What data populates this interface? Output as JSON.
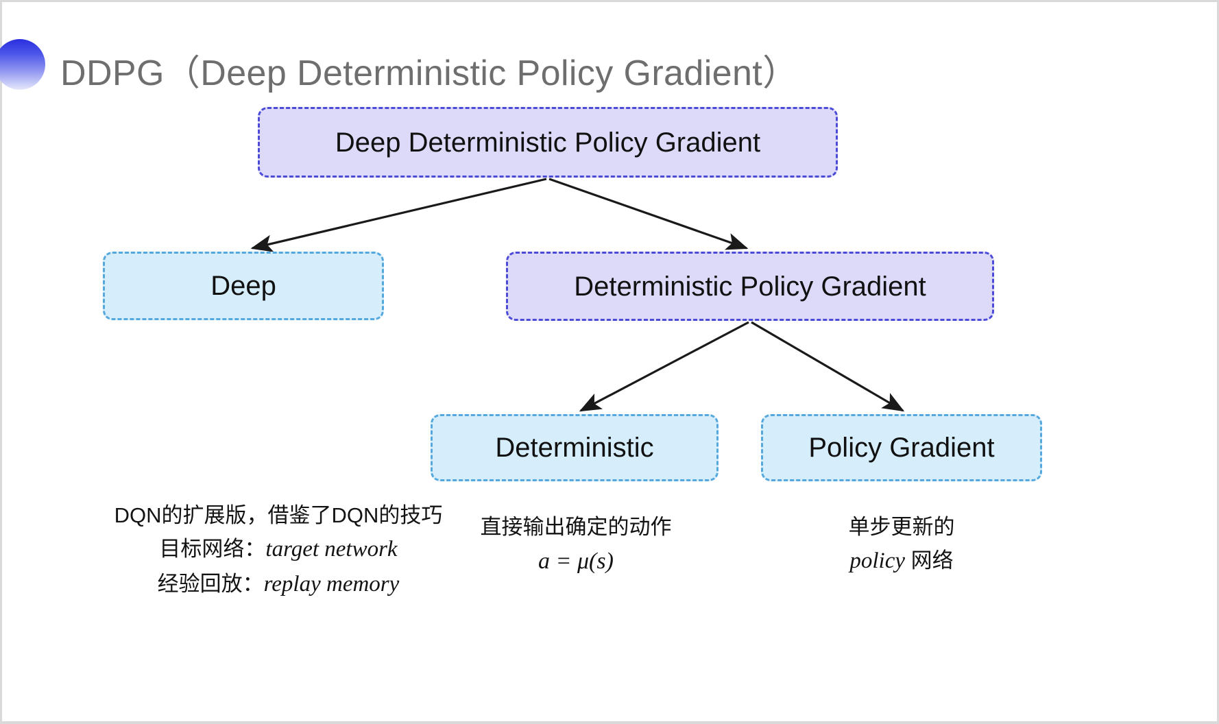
{
  "slide": {
    "title": "DDPG（Deep Deterministic Policy Gradient）",
    "bullet_icon": "gradient-circle-bullet",
    "background_color": "#ffffff",
    "title_color": "#6e6e6e"
  },
  "colors": {
    "purple_fill": "#ddd9f9",
    "purple_border": "#4b4bd8",
    "cyan_fill": "#d6eefb",
    "cyan_border": "#55a8dd",
    "arrow": "#1a1a1a",
    "text": "#131313"
  },
  "diagram": {
    "nodes": {
      "root": {
        "label": "Deep Deterministic Policy Gradient",
        "style": "purple"
      },
      "deep": {
        "label": "Deep",
        "style": "cyan"
      },
      "dpg": {
        "label": "Deterministic Policy Gradient",
        "style": "purple"
      },
      "deterministic": {
        "label": "Deterministic",
        "style": "cyan"
      },
      "policy_gradient": {
        "label": "Policy Gradient",
        "style": "cyan"
      }
    },
    "edges": [
      {
        "from": "root",
        "to": "deep"
      },
      {
        "from": "root",
        "to": "dpg"
      },
      {
        "from": "dpg",
        "to": "deterministic"
      },
      {
        "from": "dpg",
        "to": "policy_gradient"
      }
    ]
  },
  "captions": {
    "deep": {
      "line1": "DQN的扩展版，借鉴了DQN的技巧",
      "line2_label": "目标网络：",
      "line2_term": "target network",
      "line3_label": "经验回放：",
      "line3_term": "replay memory"
    },
    "deterministic": {
      "line1": "直接输出确定的动作",
      "formula": "a = μ(s)"
    },
    "policy_gradient": {
      "line1": "单步更新的",
      "line2_term": "policy",
      "line2_suffix": " 网络"
    }
  }
}
